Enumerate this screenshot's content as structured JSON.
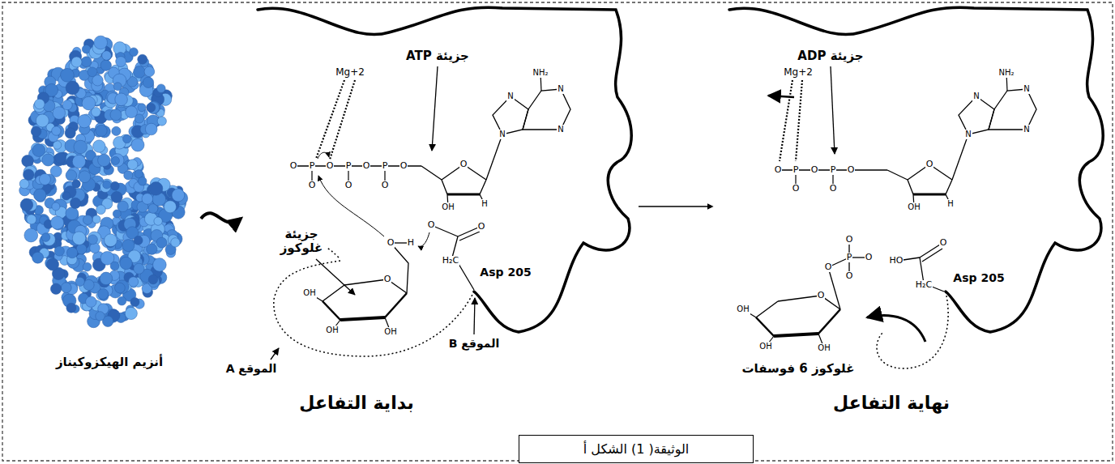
{
  "diagram": {
    "caption": "الوثيقة( 1) الشكل أ",
    "nodes": [
      {
        "text": [
          "أنزيم الهيكزوكيناز"
        ]
      },
      {
        "text": [
          "بداية التفاعل"
        ]
      },
      {
        "text": [
          "نهاية التفاعل"
        ]
      }
    ],
    "edges": [
      {
        "from": 0,
        "to": 1,
        "arrow": "to"
      },
      {
        "from": 1,
        "to": 2,
        "arrow": "to"
      }
    ],
    "labels": [
      "جزيئة ATP",
      "Mg+2",
      "O",
      "P",
      "O",
      "P",
      "O",
      "P",
      "O",
      "O",
      "O",
      "O",
      "O",
      "OH",
      "H",
      "NH₂",
      "N",
      "N",
      "N",
      "N",
      "O",
      "H",
      "O",
      "O",
      "H₂C",
      "O",
      "OH",
      "OH",
      "OH",
      "جزيئة غلوكوز",
      "Asp 205",
      "الموقع B",
      "الموقع A",
      "جزيئة ADP",
      "Mg+2",
      "O",
      "P",
      "O",
      "P",
      "O",
      "O",
      "O",
      "O",
      "OH",
      "H",
      "NH₂",
      "N",
      "N",
      "N",
      "N",
      "O",
      "P",
      "O",
      "O",
      "O",
      "HO",
      "O",
      "H₂C",
      "O",
      "OH",
      "OH",
      "OH",
      "Asp 205",
      "غلوكوز 6 فوسفات"
    ]
  }
}
